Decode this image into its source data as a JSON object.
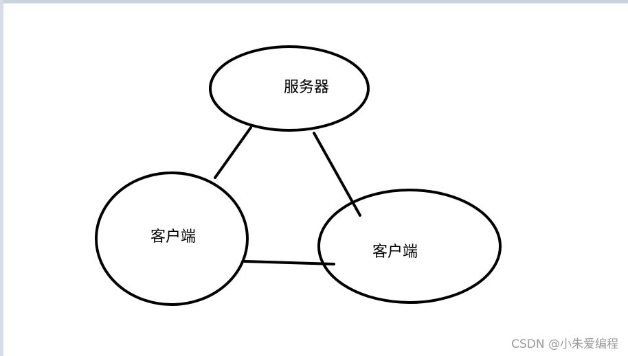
{
  "diagram": {
    "nodes": {
      "server": "服务器",
      "client_left": "客户端",
      "client_right": "客户端"
    },
    "watermark": "CSDN @小朱爱编程"
  },
  "colors": {
    "stroke": "#000000",
    "background": "#ffffff",
    "watermark": "#9a9a9a"
  }
}
